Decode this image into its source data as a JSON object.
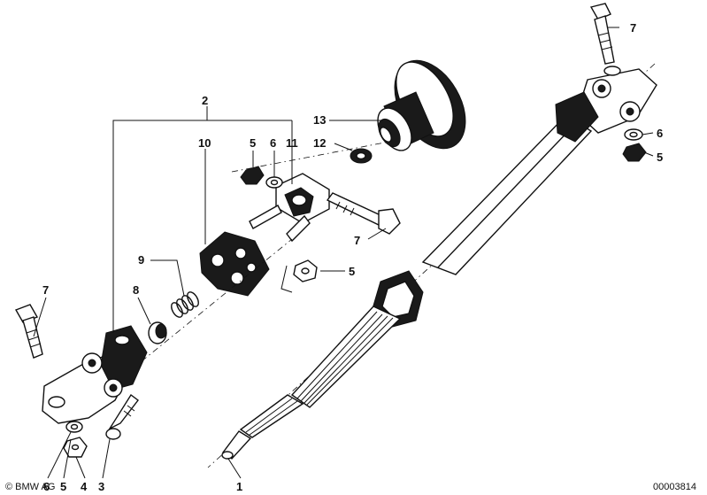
{
  "callouts": {
    "c1": "1",
    "c2": "2",
    "c3": "3",
    "c4": "4",
    "c5a": "5",
    "c5b": "5",
    "c5c": "5",
    "c5d": "5",
    "c6a": "6",
    "c6b": "6",
    "c6c": "6",
    "c7a": "7",
    "c7b": "7",
    "c7c": "7",
    "c8": "8",
    "c9": "9",
    "c10": "10",
    "c11": "11",
    "c12": "12",
    "c13": "13"
  },
  "logo": "© BMW AG",
  "drawing_number": "00003814"
}
